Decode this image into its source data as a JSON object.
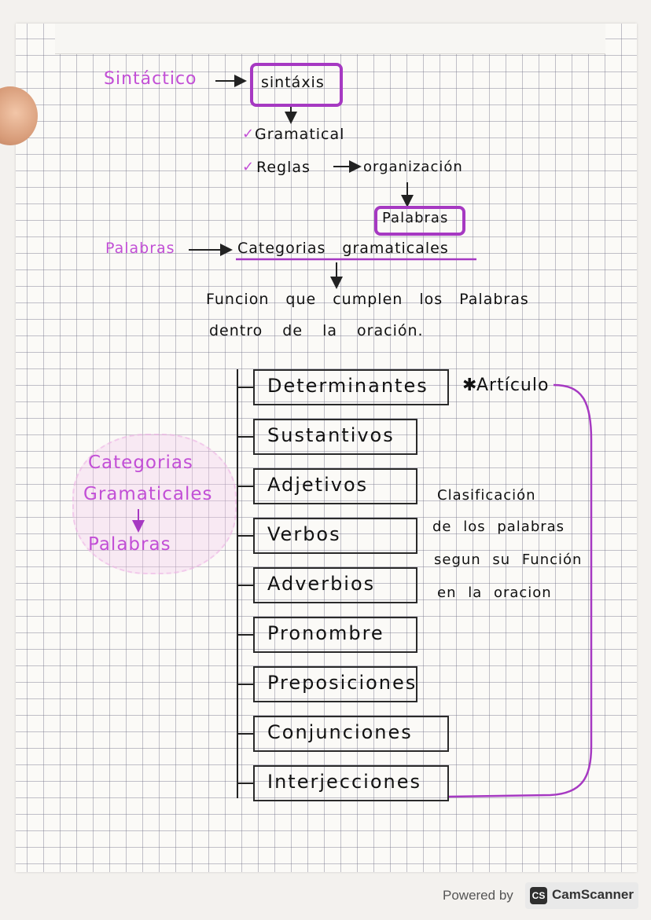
{
  "diagram": {
    "sintactico": "Sintáctico",
    "sintaxis": "sintáxis",
    "gramatical": "Gramatical",
    "reglas": "Reglas",
    "organizacion": "organización",
    "palabras_box": "Palabras",
    "palabras_left": "Palabras",
    "categorias_gramaticales": "Categorias gramaticales",
    "funcion_line1": "Funcion que cumplen los Palabras",
    "funcion_line2": "dentro de la oración.",
    "check_mark": "✓",
    "articulo": "Artículo",
    "star": "✱",
    "left_label_line1": "Categorias",
    "left_label_line2": "Gramaticales",
    "left_label_line3": "Palabras",
    "categories": [
      "Determinantes",
      "Sustantivos",
      "Adjetivos",
      "Verbos",
      "Adverbios",
      "Pronombre",
      "Preposiciones",
      "Conjunciones",
      "Interjecciones"
    ],
    "note_line1": "Clasificación",
    "note_line2": "de los palabras",
    "note_line3": "segun su Función",
    "note_line4": "en la oracion"
  },
  "footer": {
    "powered_by": "Powered by",
    "brand_badge": "CS",
    "brand_name": "CamScanner"
  },
  "colors": {
    "accent": "#a639c2",
    "highlight": "#c24fd6",
    "ink": "#111111"
  }
}
